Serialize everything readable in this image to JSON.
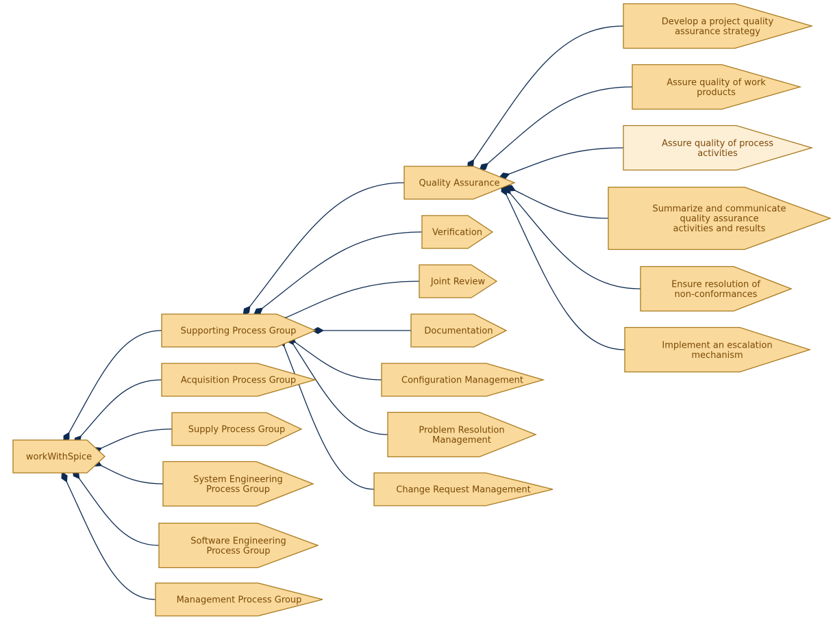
{
  "diagram": {
    "colors": {
      "node_fill": "#fad99c",
      "node_fill_light": "#fdeed6",
      "node_stroke": "#a87a1e",
      "text": "#7a4a06",
      "edge": "#0d2a52"
    },
    "nodes": {
      "root": {
        "label": "workWithSpice"
      },
      "supporting": {
        "label": "Supporting Process Group"
      },
      "acquisition": {
        "label": "Acquisition Process Group"
      },
      "supply": {
        "label": "Supply Process Group"
      },
      "system_eng": {
        "label": "System Engineering\nProcess Group"
      },
      "software_eng": {
        "label": "Software Engineering\nProcess Group"
      },
      "management": {
        "label": "Management Process Group"
      },
      "qa": {
        "label": "Quality Assurance"
      },
      "verification": {
        "label": "Verification"
      },
      "joint_review": {
        "label": "Joint Review"
      },
      "documentation": {
        "label": "Documentation"
      },
      "config_mgmt": {
        "label": "Configuration Management"
      },
      "problem_res": {
        "label": "Problem Resolution\nManagement"
      },
      "change_req": {
        "label": "Change Request Management"
      },
      "qa_strategy": {
        "label": "Develop a project quality\nassurance strategy"
      },
      "qa_work_products": {
        "label": "Assure quality of work\nproducts"
      },
      "qa_process": {
        "label": "Assure quality of process\nactivities",
        "highlight": true
      },
      "qa_summarize": {
        "label": "Summarize and communicate\nquality assurance\nactivities and results"
      },
      "qa_nonconf": {
        "label": "Ensure resolution of\nnon-conformances"
      },
      "qa_escalation": {
        "label": "Implement an escalation\nmechanism"
      }
    },
    "edges": [
      {
        "from": "root",
        "to": "supporting"
      },
      {
        "from": "root",
        "to": "acquisition"
      },
      {
        "from": "root",
        "to": "supply"
      },
      {
        "from": "root",
        "to": "system_eng"
      },
      {
        "from": "root",
        "to": "software_eng"
      },
      {
        "from": "root",
        "to": "management"
      },
      {
        "from": "supporting",
        "to": "qa"
      },
      {
        "from": "supporting",
        "to": "verification"
      },
      {
        "from": "supporting",
        "to": "joint_review"
      },
      {
        "from": "supporting",
        "to": "documentation"
      },
      {
        "from": "supporting",
        "to": "config_mgmt"
      },
      {
        "from": "supporting",
        "to": "problem_res"
      },
      {
        "from": "supporting",
        "to": "change_req"
      },
      {
        "from": "qa",
        "to": "qa_strategy"
      },
      {
        "from": "qa",
        "to": "qa_work_products"
      },
      {
        "from": "qa",
        "to": "qa_process"
      },
      {
        "from": "qa",
        "to": "qa_summarize"
      },
      {
        "from": "qa",
        "to": "qa_nonconf"
      },
      {
        "from": "qa",
        "to": "qa_escalation"
      }
    ]
  }
}
